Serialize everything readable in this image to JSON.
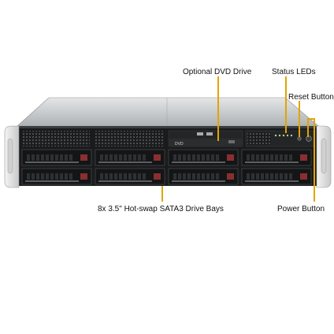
{
  "callouts": {
    "dvd_drive": "Optional DVD Drive",
    "status_leds": "Status LEDs",
    "reset_button": "Reset Button",
    "drive_bays": "8x 3.5\" Hot-swap SATA3 Drive Bays",
    "power_button": "Power Button"
  },
  "dvd_badge": "DVD",
  "colors": {
    "leader_line": "#e2a400",
    "chassis_top": "#c9ccce",
    "chassis_front": "#1a1b1c",
    "ear": "#e6e6e6",
    "tray_latch": "#8a2f2f"
  },
  "drive_bay_count": 8
}
